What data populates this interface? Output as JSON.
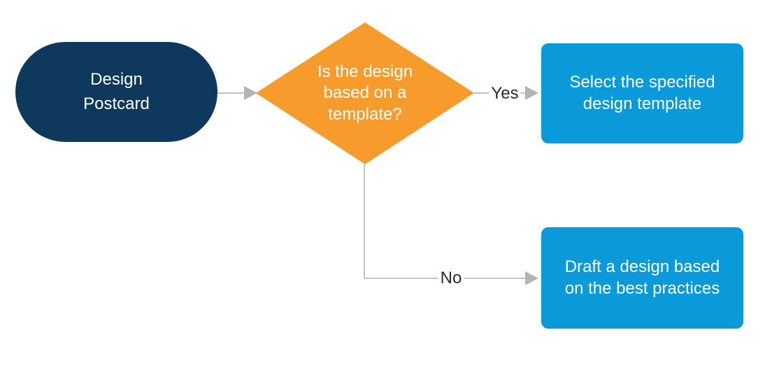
{
  "colors": {
    "navy": "#0e395d",
    "orange": "#f89b2d",
    "blue": "#0a9ada",
    "connector": "#c3c3c3",
    "arrowhead": "#b4b4b4",
    "label_text": "#2b2b2b"
  },
  "nodes": {
    "start": {
      "label": "Design\nPostcard",
      "shape": "stadium"
    },
    "decision": {
      "label": "Is the design\nbased on a\ntemplate?",
      "shape": "diamond"
    },
    "yes_outcome": {
      "label": "Select the specified\ndesign template",
      "shape": "rounded-rectangle"
    },
    "no_outcome": {
      "label": "Draft a design based\non the best practices",
      "shape": "rounded-rectangle"
    }
  },
  "edges": {
    "start_to_decision": {
      "label": ""
    },
    "yes": {
      "label": "Yes"
    },
    "no": {
      "label": "No"
    }
  }
}
